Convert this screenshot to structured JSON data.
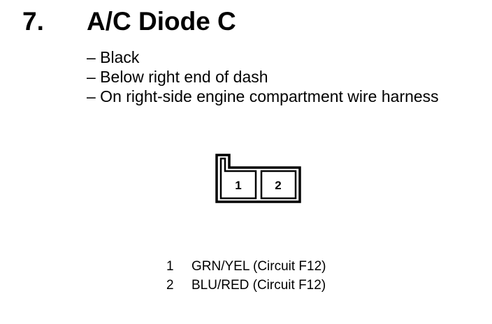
{
  "section": {
    "number": "7.",
    "title": "A/C Diode C"
  },
  "details": [
    "– Black",
    "– Below right end of dash",
    "– On right-side engine compartment wire harness"
  ],
  "connector": {
    "cavities": [
      "1",
      "2"
    ]
  },
  "pins": [
    {
      "num": "1",
      "desc": "GRN/YEL (Circuit F12)"
    },
    {
      "num": "2",
      "desc": "BLU/RED (Circuit F12)"
    }
  ]
}
